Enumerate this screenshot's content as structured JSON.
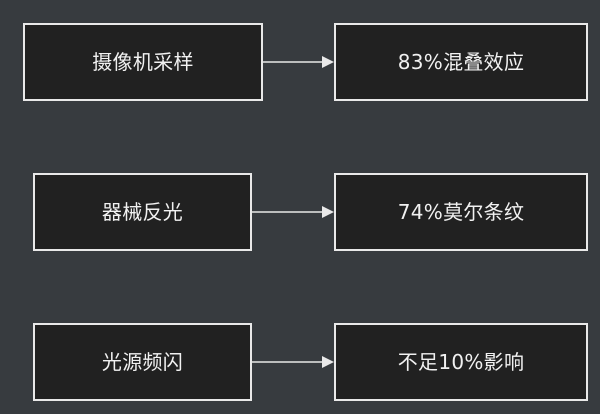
{
  "rows": [
    {
      "cause": "摄像机采样",
      "effect": "83%混叠效应"
    },
    {
      "cause": "器械反光",
      "effect": "74%莫尔条纹"
    },
    {
      "cause": "光源频闪",
      "effect": "不足10%影响"
    }
  ]
}
